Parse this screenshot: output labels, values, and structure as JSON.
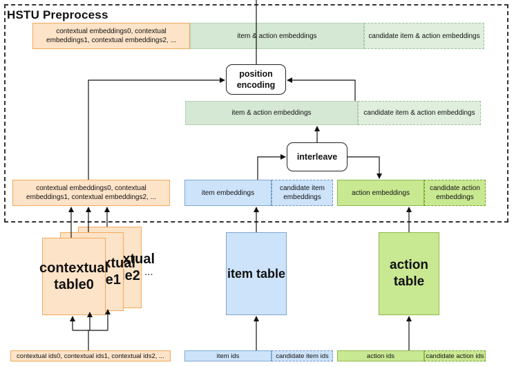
{
  "frame": {
    "title": "HSTU Preprocess"
  },
  "top_output": {
    "contextual": "contextual embeddings0, contextual embeddings1, contextual embeddings2, ...",
    "item_action": "item & action embeddings",
    "candidate": "candidate item & action embeddings"
  },
  "position_encoding": {
    "label": "position encoding"
  },
  "interleaved": {
    "item_action": "item & action embeddings",
    "candidate": "candidate item & action embeddings"
  },
  "interleave": {
    "label": "interleave"
  },
  "contextual_embeddings": {
    "label": "contextual embeddings0, contextual embeddings1, contextual embeddings2, ..."
  },
  "item_embeddings": {
    "item": "item embeddings",
    "candidate": "candidate item embeddings"
  },
  "action_embeddings": {
    "action": "action embeddings",
    "candidate": "candidate action embeddings"
  },
  "contextual_tables": {
    "front": "contextual table0",
    "back1": "contextual table1",
    "back2": "contextual table2",
    "ellipsis": "..."
  },
  "item_table": {
    "label": "item table"
  },
  "action_table": {
    "label": "action table"
  },
  "inputs": {
    "contextual_ids": "contextual ids0, contextual ids1, contextual ids2, ...",
    "item_ids": "item ids",
    "candidate_item_ids": "candidate item ids",
    "action_ids": "action ids",
    "candidate_action_ids": "candidate action ids"
  },
  "colors": {
    "orange_fill": "#fde3c8",
    "orange_stroke": "#f2a85a",
    "green_fill": "#d5e8d4",
    "blue_fill": "#cde3fa",
    "lime_fill": "#c9e892",
    "frame_stroke": "#333333"
  }
}
